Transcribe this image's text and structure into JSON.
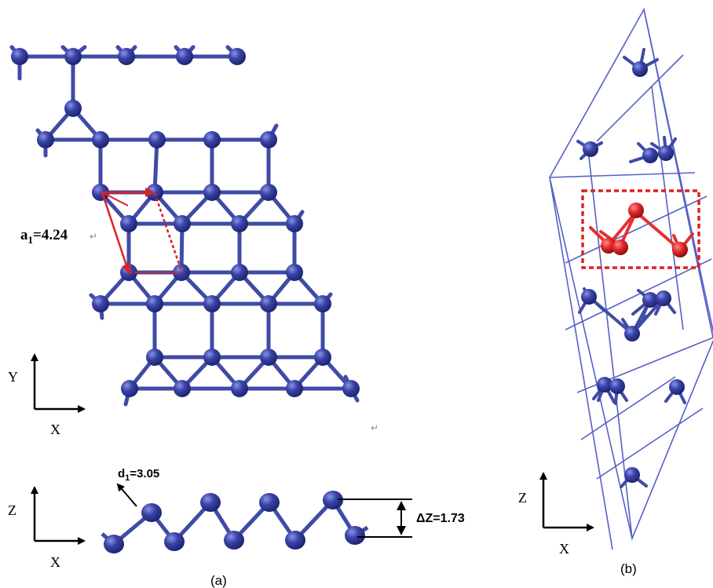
{
  "panel_a": {
    "lattice_label_main": "a",
    "lattice_label_sub": "1",
    "lattice_label_value": "=4.24",
    "bond_label_main": "d",
    "bond_label_sub": "1",
    "bond_label_value": "=3.05",
    "buckling_label": "ΔZ=1.73",
    "axis_top_vertical": "Y",
    "axis_top_horizontal": "X",
    "axis_bottom_vertical": "Z",
    "axis_bottom_horizontal": "X",
    "caption": "(a)",
    "return_mark_1": "↵",
    "return_mark_2": "↵"
  },
  "panel_b": {
    "axis_vertical": "Z",
    "axis_horizontal": "X",
    "caption": "(b)"
  },
  "colors": {
    "atom": "#3a44a0",
    "atom_highlight": "#e53030",
    "bond": "#3f4ba5",
    "cell_line": "#5560c8",
    "annotation": "#e02020",
    "text": "#000000"
  }
}
